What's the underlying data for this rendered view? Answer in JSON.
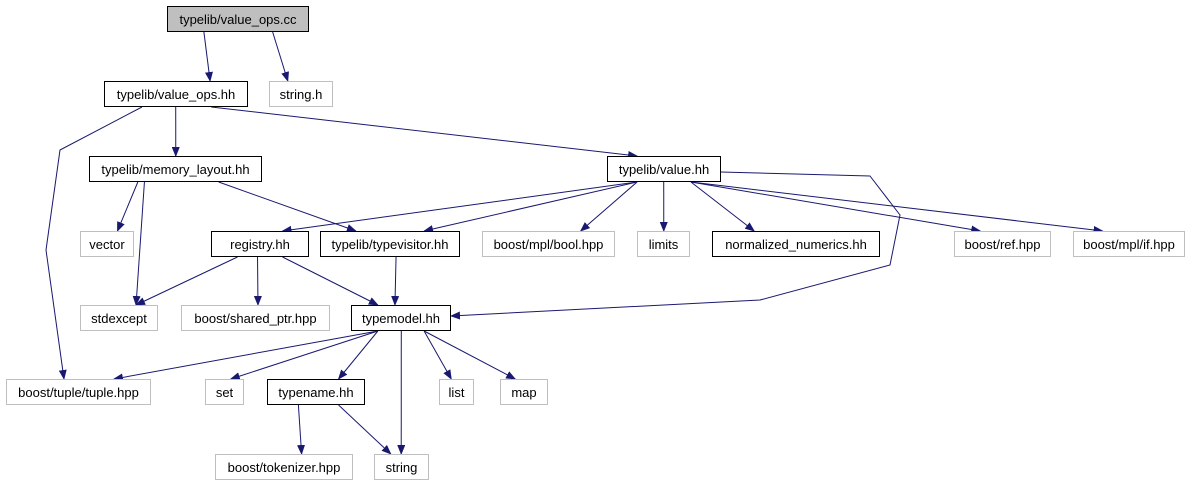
{
  "graph": {
    "edge_color": "#191970",
    "node_border_local": "#000000",
    "node_border_external": "#bfbfbf",
    "root_fill": "#bfbfbf",
    "nodes": {
      "value_ops_cc": {
        "label": "typelib/value_ops.cc",
        "kind": "root"
      },
      "value_ops_hh": {
        "label": "typelib/value_ops.hh",
        "kind": "local"
      },
      "string_h": {
        "label": "string.h",
        "kind": "external"
      },
      "memory_layout_hh": {
        "label": "typelib/memory_layout.hh",
        "kind": "local"
      },
      "value_hh": {
        "label": "typelib/value.hh",
        "kind": "local"
      },
      "vector": {
        "label": "vector",
        "kind": "external"
      },
      "registry_hh": {
        "label": "registry.hh",
        "kind": "local"
      },
      "typevisitor_hh": {
        "label": "typelib/typevisitor.hh",
        "kind": "local"
      },
      "mpl_bool_hpp": {
        "label": "boost/mpl/bool.hpp",
        "kind": "external"
      },
      "limits": {
        "label": "limits",
        "kind": "external"
      },
      "normalized_numerics_hh": {
        "label": "normalized_numerics.hh",
        "kind": "local"
      },
      "ref_hpp": {
        "label": "boost/ref.hpp",
        "kind": "external"
      },
      "mpl_if_hpp": {
        "label": "boost/mpl/if.hpp",
        "kind": "external"
      },
      "stdexcept": {
        "label": "stdexcept",
        "kind": "external"
      },
      "shared_ptr_hpp": {
        "label": "boost/shared_ptr.hpp",
        "kind": "external"
      },
      "typemodel_hh": {
        "label": "typemodel.hh",
        "kind": "local"
      },
      "tuple_hpp": {
        "label": "boost/tuple/tuple.hpp",
        "kind": "external"
      },
      "set": {
        "label": "set",
        "kind": "external"
      },
      "typename_hh": {
        "label": "typename.hh",
        "kind": "local"
      },
      "list": {
        "label": "list",
        "kind": "external"
      },
      "map": {
        "label": "map",
        "kind": "external"
      },
      "tokenizer_hpp": {
        "label": "boost/tokenizer.hpp",
        "kind": "external"
      },
      "string": {
        "label": "string",
        "kind": "external"
      }
    },
    "edges": [
      [
        "value_ops_cc",
        "value_ops_hh"
      ],
      [
        "value_ops_cc",
        "string_h"
      ],
      [
        "value_ops_hh",
        "memory_layout_hh"
      ],
      [
        "value_ops_hh",
        "value_hh"
      ],
      [
        "value_ops_hh",
        "tuple_hpp"
      ],
      [
        "memory_layout_hh",
        "vector"
      ],
      [
        "memory_layout_hh",
        "stdexcept"
      ],
      [
        "memory_layout_hh",
        "typevisitor_hh"
      ],
      [
        "value_hh",
        "registry_hh"
      ],
      [
        "value_hh",
        "typevisitor_hh"
      ],
      [
        "value_hh",
        "mpl_bool_hpp"
      ],
      [
        "value_hh",
        "limits"
      ],
      [
        "value_hh",
        "normalized_numerics_hh"
      ],
      [
        "value_hh",
        "ref_hpp"
      ],
      [
        "value_hh",
        "mpl_if_hpp"
      ],
      [
        "value_hh",
        "typemodel_hh"
      ],
      [
        "registry_hh",
        "stdexcept"
      ],
      [
        "registry_hh",
        "shared_ptr_hpp"
      ],
      [
        "registry_hh",
        "typemodel_hh"
      ],
      [
        "typevisitor_hh",
        "typemodel_hh"
      ],
      [
        "typemodel_hh",
        "tuple_hpp"
      ],
      [
        "typemodel_hh",
        "set"
      ],
      [
        "typemodel_hh",
        "typename_hh"
      ],
      [
        "typemodel_hh",
        "string"
      ],
      [
        "typemodel_hh",
        "list"
      ],
      [
        "typemodel_hh",
        "map"
      ],
      [
        "typename_hh",
        "tokenizer_hpp"
      ],
      [
        "typename_hh",
        "string"
      ]
    ]
  }
}
